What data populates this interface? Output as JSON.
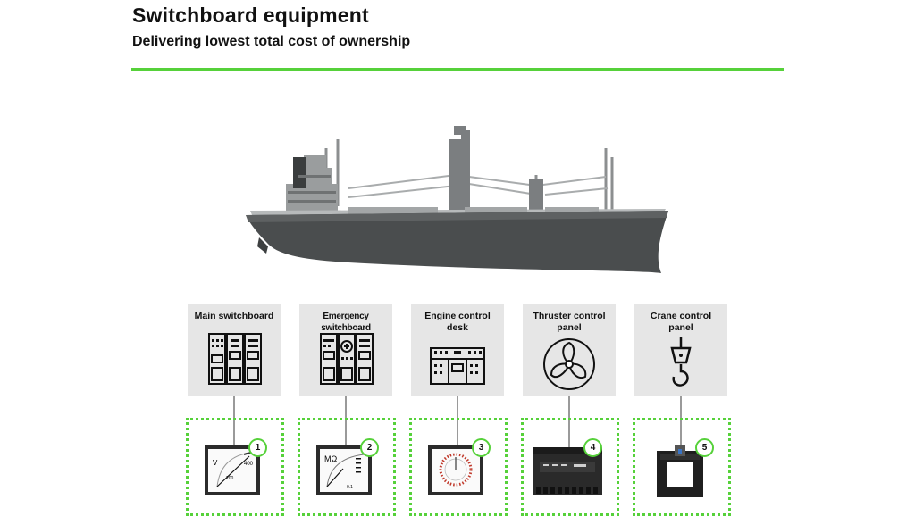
{
  "header": {
    "title": "Switchboard equipment",
    "subtitle": "Delivering lowest total cost of ownership"
  },
  "colors": {
    "accent": "#56d13a",
    "card_bg": "#e6e6e6",
    "ship_hull": "#4a4d4e"
  },
  "items": [
    {
      "label": "Main switchboard",
      "icon": "switchboard-icon",
      "device": "voltmeter-device",
      "device_text": [
        "V",
        "400",
        "200"
      ],
      "number": "1"
    },
    {
      "label": "Emergency switchboard",
      "icon": "emergency-switchboard-icon",
      "device": "megohmmeter-device",
      "device_text": [
        "MΩ",
        "0.1"
      ],
      "number": "2"
    },
    {
      "label": "Engine control\ndesk",
      "icon": "control-desk-icon",
      "device": "hour-counter-device",
      "device_text": [],
      "number": "3"
    },
    {
      "label": "Thruster control\npanel",
      "icon": "propeller-icon",
      "device": "monitoring-relay-device",
      "device_text": [],
      "number": "4"
    },
    {
      "label": "Crane control\npanel",
      "icon": "crane-hook-icon",
      "device": "current-transformer-device",
      "device_text": [],
      "number": "5"
    }
  ]
}
